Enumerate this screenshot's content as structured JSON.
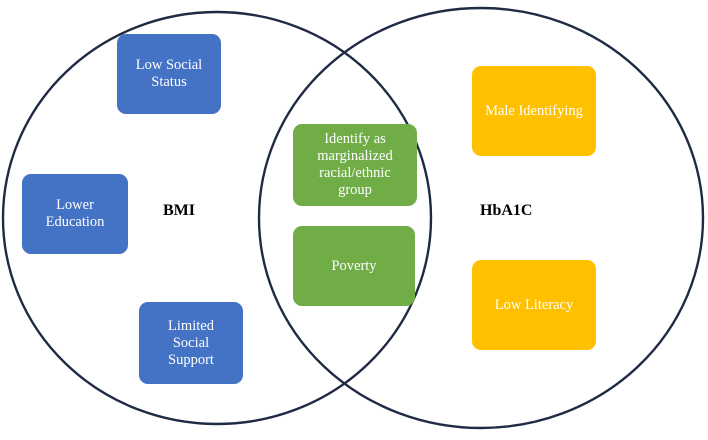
{
  "colors": {
    "bmi_only": "#4472c4",
    "shared": "#70ad47",
    "hba1c_only": "#ffc000",
    "circle_stroke": "#1f2a44"
  },
  "circles": {
    "left_label": "BMI",
    "right_label": "HbA1C"
  },
  "bmi_factors": [
    {
      "label": "Low Social\nStatus"
    },
    {
      "label": "Lower\nEducation"
    },
    {
      "label": "Limited\nSocial\nSupport"
    }
  ],
  "shared_factors": [
    {
      "label": "Identify as\nmarginalized\nracial/ethnic\ngroup"
    },
    {
      "label": "Poverty"
    }
  ],
  "hba1c_factors": [
    {
      "label": "Male Identifying"
    },
    {
      "label": "Low Literacy"
    }
  ]
}
